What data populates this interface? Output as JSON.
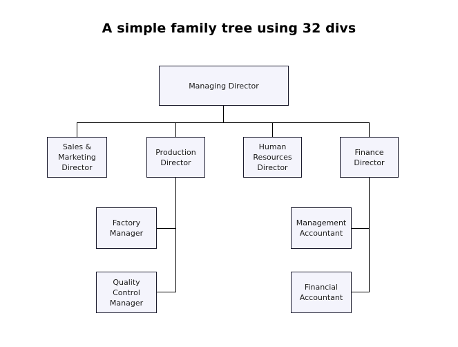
{
  "page": {
    "title": "A simple family tree using 32 divs",
    "background_color": "#ffffff",
    "node_fill_color": "#f4f4fc",
    "node_border_color": "#1b1b2e",
    "connector_color": "#000000",
    "text_color": "#1a1a1a"
  },
  "chart_data": {
    "type": "diagram",
    "subtype": "organization-chart",
    "title": "A simple family tree using 32 divs",
    "orientation": "top-down",
    "levels": 3,
    "node_count": 9,
    "nodes": [
      {
        "id": "managing-director",
        "label": "Managing Director",
        "level": 0,
        "parent": null
      },
      {
        "id": "sales-marketing",
        "label": "Sales &\nMarketing\nDirector",
        "level": 1,
        "parent": "managing-director"
      },
      {
        "id": "production",
        "label": "Production\nDirector",
        "level": 1,
        "parent": "managing-director"
      },
      {
        "id": "human-resources",
        "label": "Human\nResources\nDirector",
        "level": 1,
        "parent": "managing-director"
      },
      {
        "id": "finance",
        "label": "Finance\nDirector",
        "level": 1,
        "parent": "managing-director"
      },
      {
        "id": "factory-manager",
        "label": "Factory\nManager",
        "level": 2,
        "parent": "production"
      },
      {
        "id": "quality-control",
        "label": "Quality\nControl\nManager",
        "level": 2,
        "parent": "production"
      },
      {
        "id": "management-accountant",
        "label": "Management\nAccountant",
        "level": 2,
        "parent": "finance"
      },
      {
        "id": "financial-accountant",
        "label": "Financial\nAccountant",
        "level": 2,
        "parent": "finance"
      }
    ],
    "edges": [
      {
        "from": "managing-director",
        "to": "sales-marketing"
      },
      {
        "from": "managing-director",
        "to": "production"
      },
      {
        "from": "managing-director",
        "to": "human-resources"
      },
      {
        "from": "managing-director",
        "to": "finance"
      },
      {
        "from": "production",
        "to": "factory-manager"
      },
      {
        "from": "production",
        "to": "quality-control"
      },
      {
        "from": "finance",
        "to": "management-accountant"
      },
      {
        "from": "finance",
        "to": "financial-accountant"
      }
    ]
  },
  "nodes": {
    "managing_director": "Managing Director",
    "sales_marketing_director": "Sales &\nMarketing\nDirector",
    "production_director": "Production\nDirector",
    "human_resources_director": "Human\nResources\nDirector",
    "finance_director": "Finance\nDirector",
    "factory_manager": "Factory\nManager",
    "quality_control_manager": "Quality\nControl\nManager",
    "management_accountant": "Management\nAccountant",
    "financial_accountant": "Financial\nAccountant"
  }
}
